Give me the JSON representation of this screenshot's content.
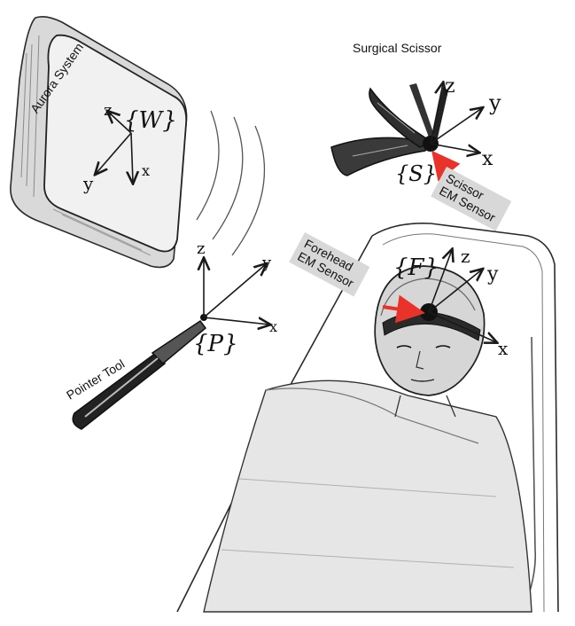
{
  "labels": {
    "aurora_system": "Aurora System",
    "surgical_scissor": "Surgical Scissor",
    "pointer_tool": "Pointer Tool",
    "scissor_sensor_line1": "Scissor",
    "scissor_sensor_line2": "EM Sensor",
    "forehead_sensor_line1": "Forehead",
    "forehead_sensor_line2": "EM Sensor"
  },
  "frames": {
    "world": "{W}",
    "scissor": "{S}",
    "pointer": "{P}",
    "forehead": "{F}"
  },
  "axes": {
    "x": "x",
    "y": "y",
    "z": "z"
  },
  "colors": {
    "sketch_ink": "#1a1a1a",
    "sensor_arrow": "#e8322a",
    "callout_box": "#d8d8d8"
  }
}
